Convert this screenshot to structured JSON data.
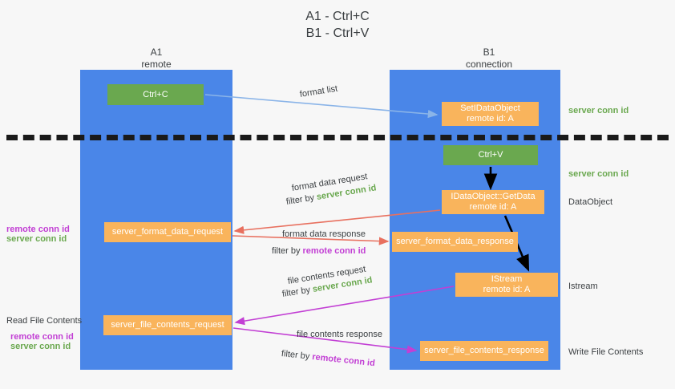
{
  "title": {
    "line1": "A1 - Ctrl+C",
    "line2": "B1 - Ctrl+V"
  },
  "lanes": {
    "left": {
      "name": "A1",
      "sub": "remote",
      "color": "#4a86e8"
    },
    "right": {
      "name": "B1",
      "sub": "connection",
      "color": "#4a86e8"
    }
  },
  "colors": {
    "lane": "#4a86e8",
    "green_box": "#6aa84f",
    "orange_box": "#f9b45c",
    "server_conn_id": "#6aa84f",
    "remote_conn_id": "#c23fd4",
    "arrow_blue": "#8ab4e8",
    "arrow_red": "#e8705f",
    "arrow_magenta": "#c23fd4",
    "arrow_black": "#000000",
    "background": "#f7f7f7"
  },
  "boxes": {
    "ctrl_c": {
      "label": "Ctrl+C"
    },
    "set_data_object": {
      "line1": "SetIDataObject",
      "line2": "remote id: A"
    },
    "ctrl_v": {
      "label": "Ctrl+V"
    },
    "get_data": {
      "line1": "IDataObject::GetData",
      "line2": "remote id: A"
    },
    "istream": {
      "line1": "IStream",
      "line2": "remote id: A"
    },
    "server_format_data_request": {
      "label": "server_format_data_request"
    },
    "server_format_data_response": {
      "label": "server_format_data_response"
    },
    "server_file_contents_request": {
      "label": "server_file_contents_request"
    },
    "server_file_contents_response": {
      "label": "server_file_contents_response"
    }
  },
  "edge_labels": {
    "format_list": "format list",
    "format_data_request": "format data request",
    "format_data_request_filter_prefix": "filter by ",
    "format_data_request_filter_value": "server conn id",
    "format_data_response": "format data response",
    "format_data_response_filter_prefix": "filter by ",
    "format_data_response_filter_value": "remote conn id",
    "file_contents_request": "file contents request",
    "file_contents_request_filter_prefix": "filter by ",
    "file_contents_request_filter_value": "server conn id",
    "file_contents_response": "file contents response",
    "file_contents_response_filter_prefix": "filter by ",
    "file_contents_response_filter_value": "remote conn id"
  },
  "annotations": {
    "server_conn_id_top": "server conn id",
    "server_conn_id_mid": "server conn id",
    "data_object": "DataObject",
    "istream": "Istream",
    "write_file_contents": "Write File Contents",
    "read_file_contents": "Read File Contents",
    "left_remote_conn_id_1": "remote conn id",
    "left_server_conn_id_1": "server conn id",
    "left_remote_conn_id_2": "remote conn id",
    "left_server_conn_id_2": "server conn id"
  }
}
